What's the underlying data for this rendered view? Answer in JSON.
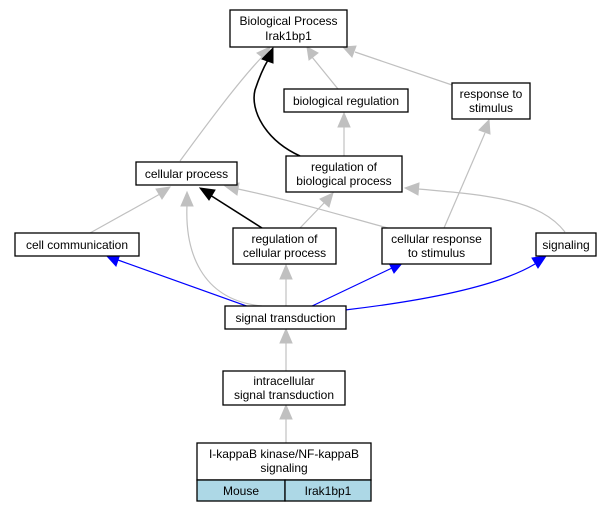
{
  "diagram": {
    "nodes": {
      "bp_root": {
        "line1": "Biological Process",
        "line2": "Irak1bp1"
      },
      "biological_regulation": {
        "line1": "biological regulation"
      },
      "response_to_stimulus": {
        "line1": "response to",
        "line2": "stimulus"
      },
      "cellular_process": {
        "line1": "cellular process"
      },
      "regulation_of_biological_process": {
        "line1": "regulation of",
        "line2": "biological process"
      },
      "cell_communication": {
        "line1": "cell communication"
      },
      "regulation_of_cellular_process": {
        "line1": "regulation of",
        "line2": "cellular process"
      },
      "cellular_response_to_stimulus": {
        "line1": "cellular response",
        "line2": "to stimulus"
      },
      "signaling": {
        "line1": "signaling"
      },
      "signal_transduction": {
        "line1": "signal transduction"
      },
      "intracellular_signal_transduction": {
        "line1": "intracellular",
        "line2": "signal transduction"
      },
      "ikb_nfkb_signaling": {
        "line1": "I-kappaB kinase/NF-kappaB",
        "line2": "signaling"
      }
    },
    "leaf_table": {
      "organism": "Mouse",
      "gene": "Irak1bp1"
    },
    "edge_colors": {
      "default": "#c0c0c0",
      "strong": "#000000",
      "highlight": "#0000ff"
    },
    "cell_fill": "#add8e6"
  }
}
